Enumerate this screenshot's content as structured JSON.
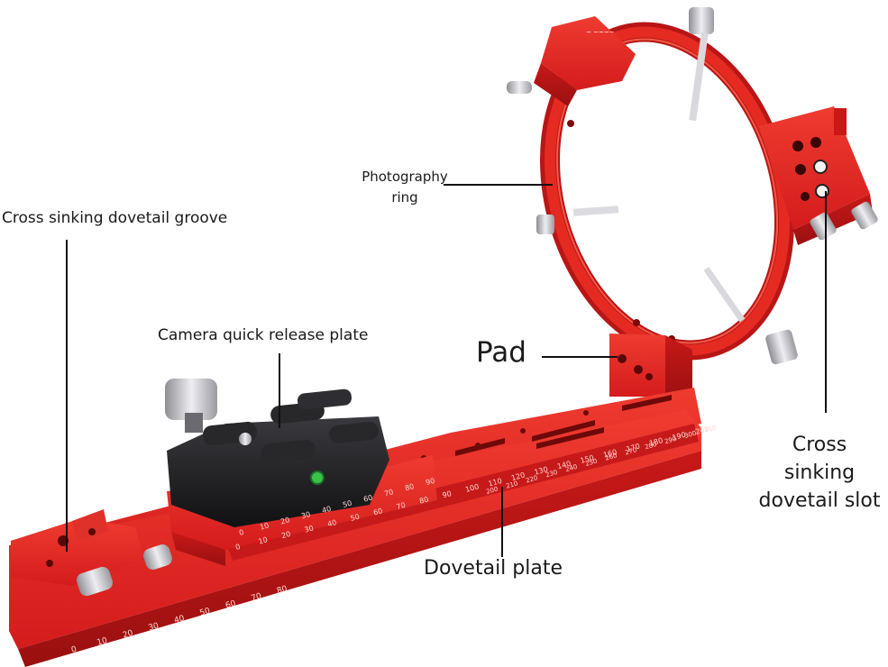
{
  "labels": {
    "groove": "Cross sinking dovetail groove",
    "ring_line1": "Photography",
    "ring_line2": "ring",
    "quick_release": "Camera quick release plate",
    "pad": "Pad",
    "slot_line1": "Cross",
    "slot_line2": "sinking",
    "slot_line3": "dovetail slot",
    "dovetail": "Dovetail plate"
  },
  "scale_front": [
    "0",
    "10",
    "20",
    "30",
    "40",
    "50",
    "60",
    "70",
    "80"
  ],
  "scale_middle": [
    "0",
    "10",
    "20",
    "30",
    "40",
    "50",
    "60",
    "70",
    "80",
    "90",
    "100",
    "110",
    "120",
    "130",
    "140",
    "150",
    "160",
    "170",
    "180",
    "190",
    "200"
  ],
  "scale_top": [
    "0",
    "10",
    "20",
    "30",
    "40",
    "50",
    "60",
    "70",
    "80",
    "90"
  ],
  "scale_back": [
    "200",
    "210",
    "220",
    "230",
    "240",
    "250",
    "260",
    "270",
    "280",
    "290",
    "300",
    "310"
  ],
  "colors": {
    "anodized_red": "#d81f1f",
    "red_shadow": "#a51414",
    "red_highlight": "#f04a3a",
    "clamp_black": "#1d1d1f",
    "steel": "#c8c8cc",
    "bubble_level": "#39c24a"
  }
}
